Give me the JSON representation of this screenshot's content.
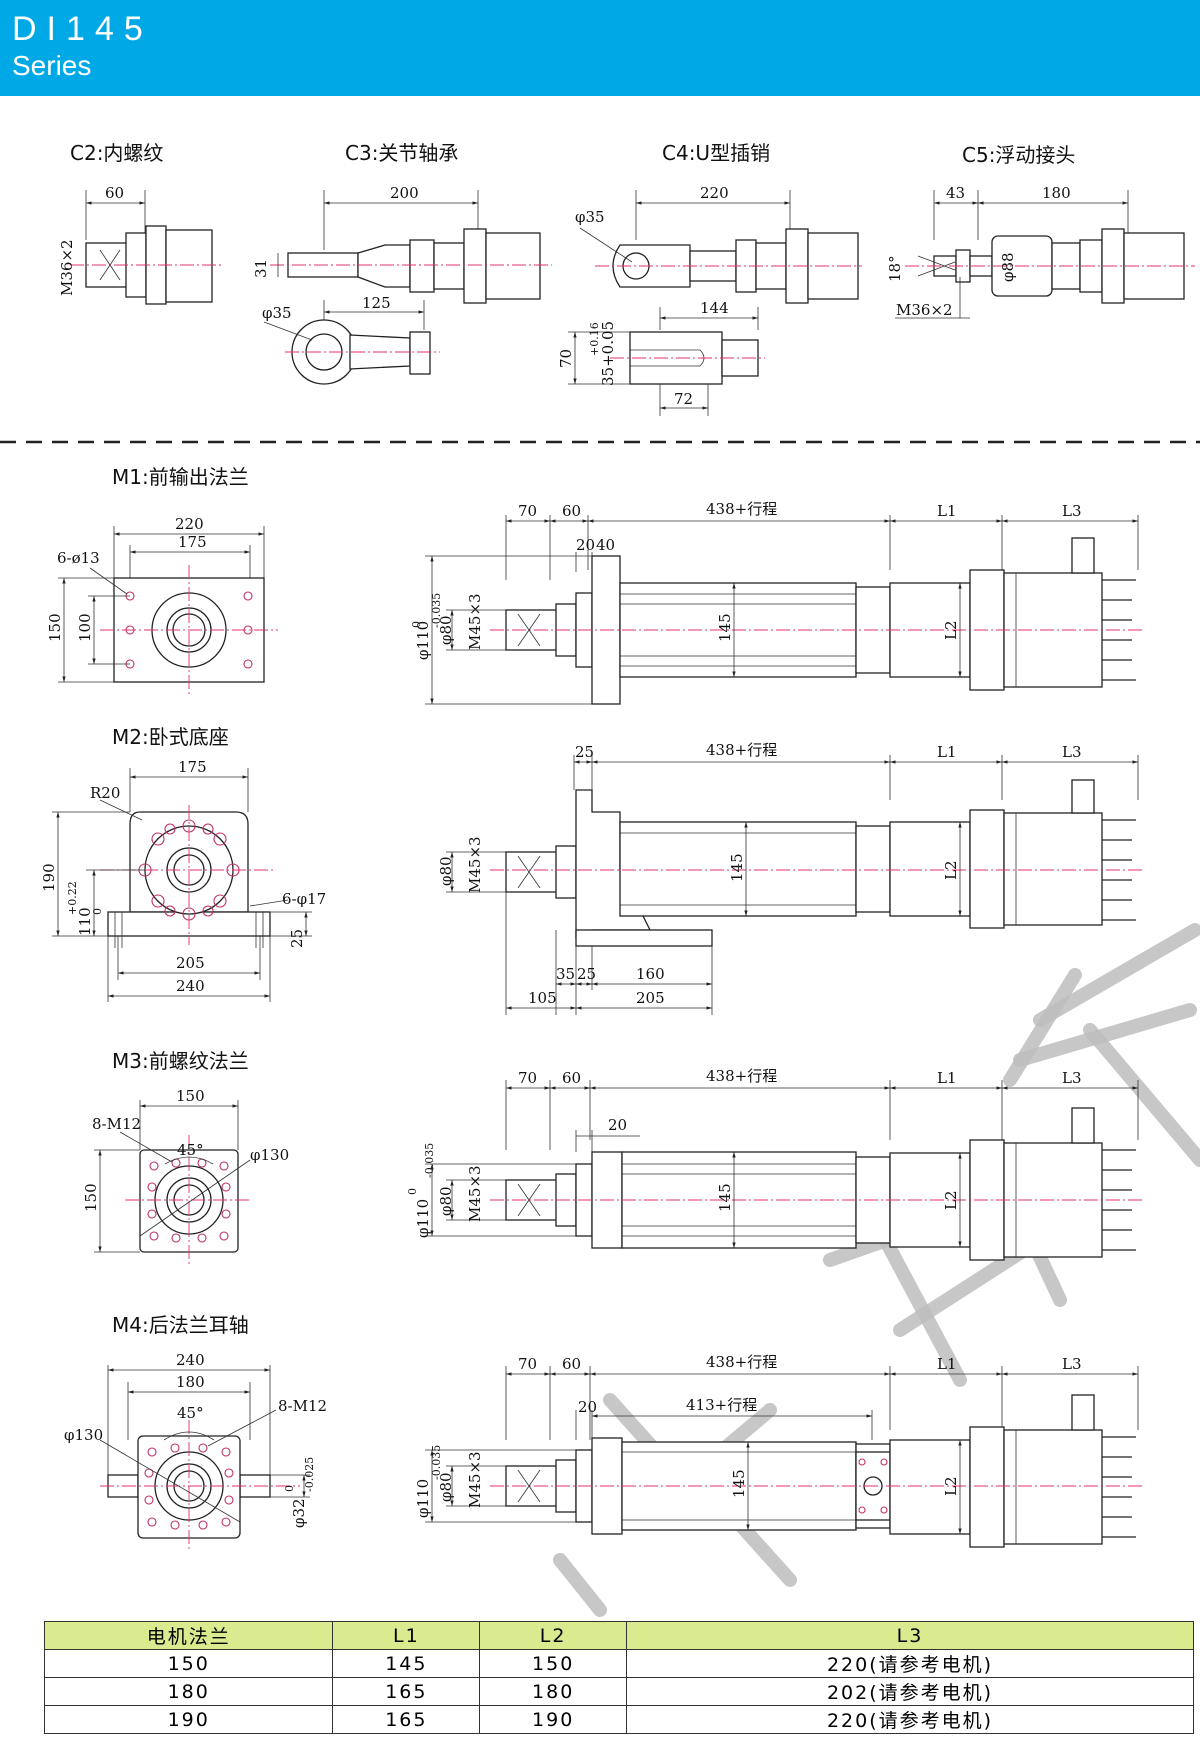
{
  "header": {
    "model": "DI145",
    "series": "Series"
  },
  "rod_ends": {
    "c2": {
      "title": "C2:内螺纹",
      "len": "60",
      "thread": "M36×2"
    },
    "c3": {
      "title": "C3:关节轴承",
      "len": "200",
      "dia": "31",
      "hole": "φ35",
      "len2": "125"
    },
    "c4": {
      "title": "C4:U型插销",
      "len": "220",
      "hole": "φ35",
      "len2": "144",
      "h": "70",
      "slot_tol_top": "+0.16",
      "slot": "35+0.05",
      "w": "72"
    },
    "c5": {
      "title": "C5:浮动接头",
      "len_a": "43",
      "len_b": "180",
      "angle": "18°",
      "dia": "φ88",
      "thread": "M36×2"
    }
  },
  "mounts": {
    "m1": {
      "title": "M1:前输出法兰",
      "w": "220",
      "bolt": "175",
      "holes": "6-ø13",
      "h": "150",
      "bolt_h": "100",
      "d70": "70",
      "d60": "60",
      "d20": "20",
      "d40": "40",
      "stroke": "438+行程",
      "l1": "L1",
      "l3": "L3",
      "dia_a": "φ110",
      "dia_a_tol_top": "0",
      "dia_a_tol_bot": "-0.035",
      "dia_b": "φ80",
      "thread": "M45×3",
      "body": "145",
      "l2": "L2"
    },
    "m2": {
      "title": "M2:卧式底座",
      "w": "175",
      "r": "R20",
      "h": "190",
      "center_tol_top": "+0.22",
      "center": "110",
      "center_tol_bot": "0",
      "holes": "6-φ17",
      "t": "25",
      "bolt": "205",
      "base": "240",
      "d25": "25",
      "stroke": "438+行程",
      "l1": "L1",
      "l3": "L3",
      "dia_b": "φ80",
      "thread": "M45×3",
      "body": "145",
      "l2": "L2",
      "d35": "35",
      "d25b": "25",
      "d160": "160",
      "d105": "105",
      "d205": "205"
    },
    "m3": {
      "title": "M3:前螺纹法兰",
      "w": "150",
      "holes": "8-M12",
      "angle": "45°",
      "pcd": "φ130",
      "h": "150",
      "d70": "70",
      "d60": "60",
      "d20": "20",
      "stroke": "438+行程",
      "l1": "L1",
      "l3": "L3",
      "dia_a": "φ110",
      "dia_a_tol_top": "0",
      "dia_a_tol_bot": "-0.035",
      "dia_b": "φ80",
      "thread": "M45×3",
      "body": "145",
      "l2": "L2"
    },
    "m4": {
      "title": "M4:后法兰耳轴",
      "w": "240",
      "w2": "180",
      "angle": "45°",
      "holes": "8-M12",
      "pcd": "φ130",
      "pin": "φ32",
      "pin_tol_top": "0",
      "pin_tol_bot": "-0.025",
      "d70": "70",
      "d60": "60",
      "d20": "20",
      "stroke": "438+行程",
      "stroke2": "413+行程",
      "l1": "L1",
      "l3": "L3",
      "dia_a": "φ110",
      "dia_a_tol": "-0.035",
      "dia_b": "φ80",
      "thread": "M45×3",
      "body": "145",
      "l2": "L2"
    }
  },
  "table": {
    "headers": [
      "电机法兰",
      "L1",
      "L2",
      "L3"
    ],
    "rows": [
      [
        "150",
        "145",
        "150",
        "220(请参考电机)"
      ],
      [
        "180",
        "165",
        "180",
        "202(请参考电机)"
      ],
      [
        "190",
        "165",
        "190",
        "220(请参考电机)"
      ]
    ]
  },
  "colors": {
    "header_bg": "#00a9e6",
    "table_header": "#d9ea8f",
    "center_line": "#e0306a"
  }
}
